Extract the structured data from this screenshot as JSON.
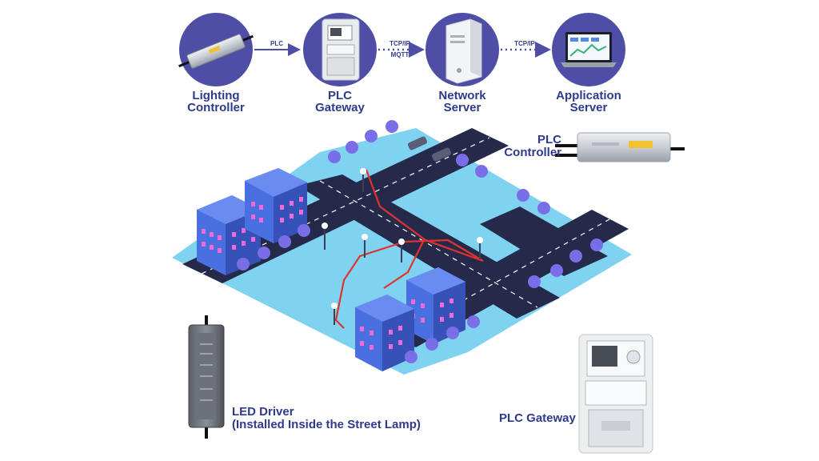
{
  "colors": {
    "node_circle": "#4f4ea6",
    "label_text": "#2e3a8c",
    "arrow": "#4f4ea6",
    "ground": "#7fd3f0",
    "road": "#262a4a",
    "building": "#4a6fe0",
    "window": "#f06ad8",
    "tree": "#7a6ee8",
    "cable": "#e0322e"
  },
  "nodes": [
    {
      "id": "lighting-controller",
      "line1": "Lighting",
      "line2": "Controller",
      "icon": "driver-icon"
    },
    {
      "id": "plc-gateway",
      "line1": "PLC",
      "line2": "Gateway",
      "icon": "meter-icon"
    },
    {
      "id": "network-server",
      "line1": "Network",
      "line2": "Server",
      "icon": "server-icon"
    },
    {
      "id": "application-server",
      "line1": "Application",
      "line2": "Server",
      "icon": "laptop-icon"
    }
  ],
  "edges": [
    {
      "from": "lighting-controller",
      "to": "plc-gateway",
      "line1": "PLC",
      "line2": "",
      "style": "solid"
    },
    {
      "from": "plc-gateway",
      "to": "network-server",
      "line1": "TCP/IP",
      "line2": "MQTT",
      "style": "dotted"
    },
    {
      "from": "network-server",
      "to": "application-server",
      "line1": "TCP/IP",
      "line2": "",
      "style": "dotted"
    }
  ],
  "callouts": {
    "plc_controller": {
      "line1": "PLC",
      "line2": "Controller"
    },
    "led_driver": {
      "line1": "LED Driver",
      "line2": "(Installed Inside the Street Lamp)"
    },
    "plc_gateway": "PLC Gateway"
  }
}
